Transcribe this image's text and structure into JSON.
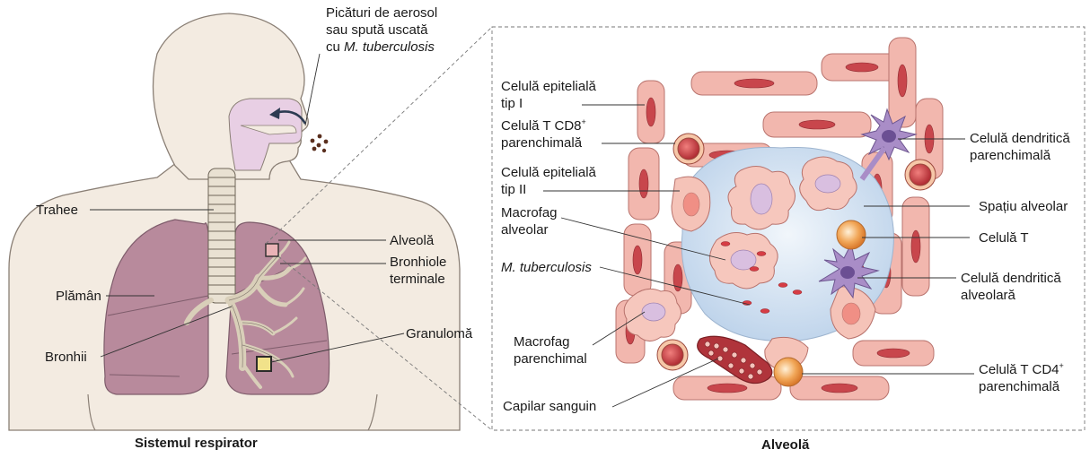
{
  "respiratory": {
    "title": "Sistemul respirator",
    "aerosol_line1": "Picături de aerosol",
    "aerosol_line2": "sau spută uscată",
    "aerosol_line3_prefix": "cu ",
    "aerosol_line3_italic": "M. tuberculosis",
    "trachea": "Trahee",
    "lung": "Plămân",
    "bronchi": "Bronhii",
    "alveolus": "Alveolă",
    "terminal_bronchioles_1": "Bronhiole",
    "terminal_bronchioles_2": "terminale",
    "granuloma": "Granulomă"
  },
  "alveolus": {
    "title": "Alveolă",
    "epithelial_1_a": "Celulă epitelială",
    "epithelial_1_b": "tip I",
    "cd8_a": "Celulă T CD8",
    "cd8_sup": "+",
    "cd8_b": "parenchimală",
    "epithelial_2_a": "Celulă epitelială",
    "epithelial_2_b": "tip II",
    "macrophage_alv_a": "Macrofag",
    "macrophage_alv_b": "alveolar",
    "mtb": "M. tuberculosis",
    "macrophage_par_a": "Macrofag",
    "macrophage_par_b": "parenchimal",
    "capillary": "Capilar sanguin",
    "dendritic_par_a": "Celulă dendritică",
    "dendritic_par_b": "parenchimală",
    "alveolar_space": "Spațiu alveolar",
    "t_cell": "Celulă T",
    "dendritic_alv_a": "Celulă dendritică",
    "dendritic_alv_b": "alveolară",
    "cd4_a": "Celulă T CD4",
    "cd4_sup": "+",
    "cd4_b": "parenchimală"
  },
  "colors": {
    "skin": "#f3ebe1",
    "skin_outline": "#8a7f75",
    "nasal": "#e8cfe4",
    "lung": "#b88a9c",
    "lung_dark": "#9d7083",
    "airway": "#e9e1d2",
    "epithelium": "#f2b7ae",
    "nucleus": "#c8464c",
    "alveolar_space": "#dbe8f5",
    "macrophage": "#f6c7bd",
    "macro_nucleus": "#d9bfe0",
    "dendritic": "#a98dc7",
    "t_cell": "#f0a35a",
    "leader": "#333333"
  }
}
